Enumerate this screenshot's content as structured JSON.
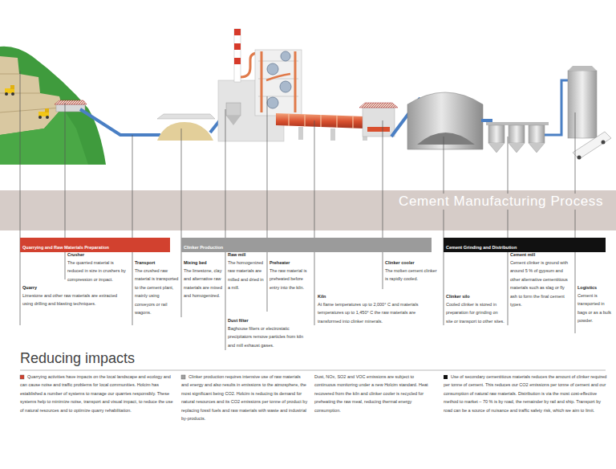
{
  "diagram": {
    "nodes": [
      {
        "text": [
          "Cement Manufacturing Process"
        ]
      },
      {
        "text": [
          "Quarrying and Raw Materials Preparation"
        ]
      },
      {
        "text": [
          "Clinker Production"
        ]
      },
      {
        "text": [
          "Cement Grinding and Distribution"
        ]
      }
    ],
    "labels": [
      "Crusher",
      "The quarried material is reduced in size in crushers by compression or impact.",
      "Quarry",
      "Limestone and other raw materials are extracted using drilling and blasting techniques.",
      "Transport",
      "The crushed raw material is transported to the cement plant, mainly using conveyors or rail wagons.",
      "Mixing bed",
      "The limestone, clay and alternative raw materials are mixed and homogenized.",
      "Raw mill",
      "The homogenized raw materials are milled and dried in a mill.",
      "Dust filter",
      "Baghouse filters or electrostatic precipitators remove particles from kiln and mill exhaust gases.",
      "Preheater",
      "The raw material is preheated before entry into the kiln.",
      "Kiln",
      "At flame temperatures up to 2,000° C and materials temperatures up to 1,450° C the raw materials are transformed into clinker minerals.",
      "Clinker cooler",
      "The molten cement clinker is rapidly cooled.",
      "Clinker silo",
      "Cooled clinker is stored in preparation for grinding on site or transport to other sites.",
      "Cement mill",
      "Cement clinker is ground with around 5 % of gypsum and other alternative cementitious materials such as slag or fly ash to form the final cement types.",
      "Logistics",
      "Cement is transported in bags or as a bulk powder.",
      "Reducing impacts",
      "Quarrying activities have impacts on the local landscape and ecology and can cause noise and traffic problems for local communities. Holcim has established a number of systems to manage our quarries responsibly. These systems help to minimize noise, transport and visual impact, to reduce the use of natural resources and to optimize quarry rehabilitation.",
      "Clinker production requires intensive use of raw materials and energy and also results in emissions to the atmosphere, the most significant being CO2. Holcim is reducing its demand for natural resources and its CO2 emissions per tonne of product by replacing fossil fuels and raw materials with waste and industrial by-products.",
      "Dust, NOx, SO2 and VOC emissions are subject to continuous monitoring under a new Holcim standard. Heat recovered from the kiln and clinker cooler is recycled for preheating the raw meal, reducing thermal energy consumption.",
      "Use of secondary cementitious materials reduces the amount of clinker required per tonne of cement. This reduces our CO2 emissions per tonne of cement and our consumption of natural raw materials. Distribution is via the most cost-effective method to market – 70 % is by road, the remainder by rail and ship. Transport by road can be a source of nuisance and traffic safety risk, which we aim to limit."
    ]
  }
}
